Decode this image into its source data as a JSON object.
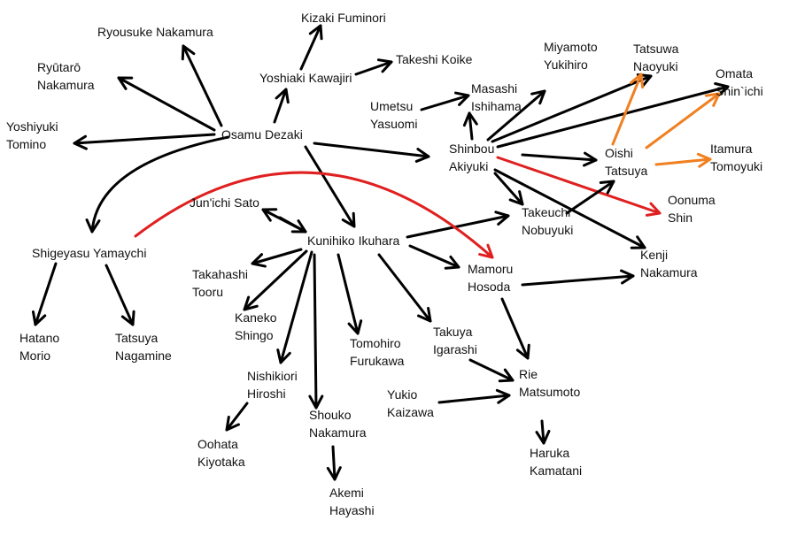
{
  "nodes": {
    "ryousuke": {
      "lines": [
        "Ryousuke Nakamura"
      ]
    },
    "kizaki": {
      "lines": [
        "Kizaki Fuminori"
      ]
    },
    "yoshiaki": {
      "lines": [
        "Yoshiaki Kawajiri"
      ]
    },
    "koike": {
      "lines": [
        "Takeshi Koike"
      ]
    },
    "ryutaro": {
      "lines": [
        "Ryūtarō",
        "Nakamura"
      ]
    },
    "miyamoto": {
      "lines": [
        "Miyamoto",
        "Yukihiro"
      ]
    },
    "tatsuwa": {
      "lines": [
        "Tatsuwa",
        "Naoyuki"
      ]
    },
    "omata": {
      "lines": [
        "Omata",
        "Shin`ichi"
      ]
    },
    "umetsu": {
      "lines": [
        "Umetsu",
        "Yasuomi"
      ]
    },
    "masashi": {
      "lines": [
        "Masashi",
        "Ishihama"
      ]
    },
    "tomino": {
      "lines": [
        "Yoshiyuki",
        "Tomino"
      ]
    },
    "dezaki": {
      "lines": [
        "Osamu Dezaki"
      ]
    },
    "shinbou": {
      "lines": [
        "Shinbou",
        "Akiyuki"
      ]
    },
    "oishi": {
      "lines": [
        "Oishi",
        "Tatsuya"
      ]
    },
    "itamura": {
      "lines": [
        "Itamura",
        "Tomoyuki"
      ]
    },
    "sato": {
      "lines": [
        "Jun'ichi Sato"
      ]
    },
    "oonuma": {
      "lines": [
        "Oonuma",
        "Shin"
      ]
    },
    "takeuchi": {
      "lines": [
        "Takeuchi",
        "Nobuyuki"
      ]
    },
    "kunihiko": {
      "lines": [
        "Kunihiko Ikuhara"
      ]
    },
    "yamaychi": {
      "lines": [
        "Shigeyasu Yamaychi"
      ]
    },
    "kenji": {
      "lines": [
        "Kenji",
        "Nakamura"
      ]
    },
    "hosoda": {
      "lines": [
        "Mamoru",
        "Hosoda"
      ]
    },
    "takahashi": {
      "lines": [
        "Takahashi",
        "Tooru"
      ]
    },
    "kaneko": {
      "lines": [
        "Kaneko",
        "Shingo"
      ]
    },
    "hatano": {
      "lines": [
        "Hatano",
        "Morio"
      ]
    },
    "nagamine": {
      "lines": [
        "Tatsuya",
        "Nagamine"
      ]
    },
    "furukawa": {
      "lines": [
        "Tomohiro",
        "Furukawa"
      ]
    },
    "igarashi": {
      "lines": [
        "Takuya",
        "Igarashi"
      ]
    },
    "nishikiori": {
      "lines": [
        "Nishikiori",
        "Hiroshi"
      ]
    },
    "matsumoto": {
      "lines": [
        "Rie",
        "Matsumoto"
      ]
    },
    "kaizawa": {
      "lines": [
        "Yukio",
        "Kaizawa"
      ]
    },
    "shouko": {
      "lines": [
        "Shouko",
        "Nakamura"
      ]
    },
    "oohata": {
      "lines": [
        "Oohata",
        "Kiyotaka"
      ]
    },
    "kamatani": {
      "lines": [
        "Haruka",
        "Kamatani"
      ]
    },
    "hayashi": {
      "lines": [
        "Akemi",
        "Hayashi"
      ]
    }
  },
  "edges": [
    {
      "from": "dezaki",
      "to": "ryousuke",
      "color": "#000000"
    },
    {
      "from": "dezaki",
      "to": "ryutaro",
      "color": "#000000"
    },
    {
      "from": "dezaki",
      "to": "tomino",
      "color": "#000000"
    },
    {
      "from": "dezaki",
      "to": "yoshiaki",
      "color": "#000000"
    },
    {
      "from": "yoshiaki",
      "to": "kizaki",
      "color": "#000000"
    },
    {
      "from": "yoshiaki",
      "to": "koike",
      "color": "#000000"
    },
    {
      "from": "dezaki",
      "to": "shinbou",
      "color": "#000000"
    },
    {
      "from": "dezaki",
      "to": "kunihiko",
      "color": "#000000"
    },
    {
      "from": "dezaki",
      "to": "yamaychi",
      "color": "#000000"
    },
    {
      "from": "umetsu",
      "to": "masashi",
      "color": "#000000"
    },
    {
      "from": "shinbou",
      "to": "masashi",
      "color": "#000000"
    },
    {
      "from": "shinbou",
      "to": "miyamoto",
      "color": "#000000"
    },
    {
      "from": "shinbou",
      "to": "tatsuwa",
      "color": "#000000"
    },
    {
      "from": "shinbou",
      "to": "omata",
      "color": "#000000"
    },
    {
      "from": "shinbou",
      "to": "oishi",
      "color": "#000000"
    },
    {
      "from": "shinbou",
      "to": "takeuchi",
      "color": "#000000"
    },
    {
      "from": "shinbou",
      "to": "kenji",
      "color": "#000000"
    },
    {
      "from": "shinbou",
      "to": "oonuma",
      "color": "#e02020"
    },
    {
      "from": "oishi",
      "to": "tatsuwa",
      "color": "#f08020"
    },
    {
      "from": "oishi",
      "to": "omata",
      "color": "#f08020"
    },
    {
      "from": "oishi",
      "to": "itamura",
      "color": "#f08020"
    },
    {
      "from": "takeuchi",
      "to": "oishi",
      "color": "#000000"
    },
    {
      "from": "sato",
      "to": "kunihiko",
      "color": "#000000"
    },
    {
      "from": "kunihiko",
      "to": "sato",
      "color": "#000000"
    },
    {
      "from": "kunihiko",
      "to": "takeuchi",
      "color": "#000000"
    },
    {
      "from": "kunihiko",
      "to": "hosoda",
      "color": "#000000"
    },
    {
      "from": "kunihiko",
      "to": "takahashi",
      "color": "#000000"
    },
    {
      "from": "kunihiko",
      "to": "kaneko",
      "color": "#000000"
    },
    {
      "from": "kunihiko",
      "to": "nishikiori",
      "color": "#000000"
    },
    {
      "from": "kunihiko",
      "to": "shouko",
      "color": "#000000"
    },
    {
      "from": "kunihiko",
      "to": "furukawa",
      "color": "#000000"
    },
    {
      "from": "kunihiko",
      "to": "igarashi",
      "color": "#000000"
    },
    {
      "from": "yamaychi",
      "to": "hatano",
      "color": "#000000"
    },
    {
      "from": "yamaychi",
      "to": "nagamine",
      "color": "#000000"
    },
    {
      "from": "yamaychi",
      "to": "hosoda",
      "color": "#e02020"
    },
    {
      "from": "hosoda",
      "to": "kenji",
      "color": "#000000"
    },
    {
      "from": "hosoda",
      "to": "matsumoto",
      "color": "#000000"
    },
    {
      "from": "igarashi",
      "to": "matsumoto",
      "color": "#000000"
    },
    {
      "from": "kaizawa",
      "to": "matsumoto",
      "color": "#000000"
    },
    {
      "from": "matsumoto",
      "to": "kamatani",
      "color": "#000000"
    },
    {
      "from": "nishikiori",
      "to": "oohata",
      "color": "#000000"
    },
    {
      "from": "shouko",
      "to": "hayashi",
      "color": "#000000"
    }
  ]
}
